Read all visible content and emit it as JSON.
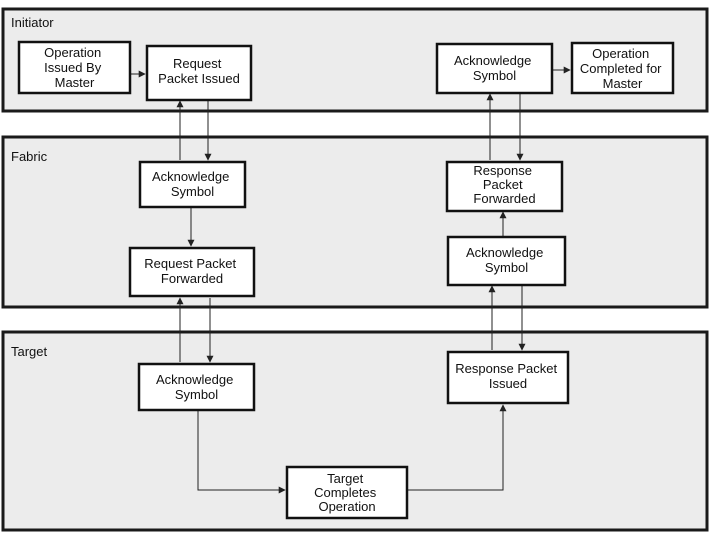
{
  "lanes": {
    "initiator": "Initiator",
    "fabric": "Fabric",
    "target": "Target"
  },
  "nodes": {
    "op_issued": [
      "Operation",
      "Issued By",
      "Master"
    ],
    "req_issued": [
      "Request",
      "Packet Issued"
    ],
    "ack_init": [
      "Acknowledge",
      "Symbol"
    ],
    "op_completed": [
      "Operation",
      "Completed for",
      "Master"
    ],
    "ack_fab_left": [
      "Acknowledge",
      "Symbol"
    ],
    "resp_forwarded": [
      "Response",
      "Packet",
      "Forwarded"
    ],
    "req_forwarded": [
      "Request Packet",
      "Forwarded"
    ],
    "ack_fab_right": [
      "Acknowledge",
      "Symbol"
    ],
    "ack_target": [
      "Acknowledge",
      "Symbol"
    ],
    "resp_issued": [
      "Response Packet",
      "Issued"
    ],
    "target_completes": [
      "Target",
      "Completes",
      "Operation"
    ]
  }
}
